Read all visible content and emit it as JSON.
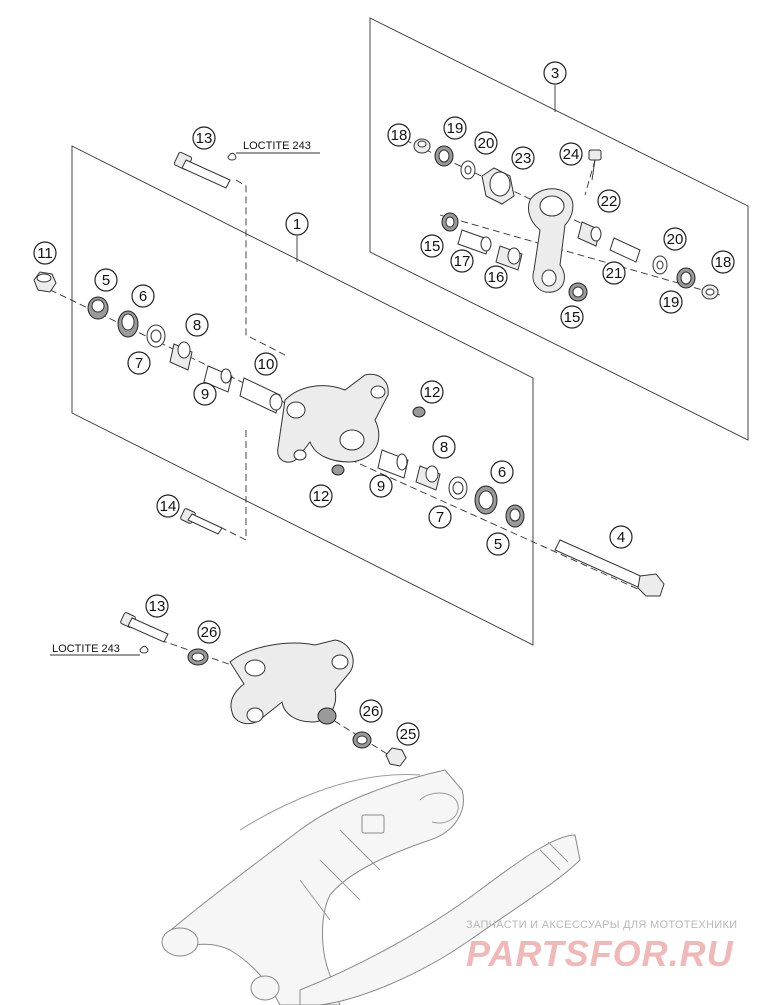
{
  "callouts": {
    "c1": "1",
    "c3": "3",
    "c4": "4",
    "c5a": "5",
    "c5b": "5",
    "c6a": "6",
    "c6b": "6",
    "c7a": "7",
    "c7b": "7",
    "c8a": "8",
    "c8b": "8",
    "c9a": "9",
    "c9b": "9",
    "c10": "10",
    "c11": "11",
    "c12a": "12",
    "c12b": "12",
    "c13a": "13",
    "c13b": "13",
    "c14": "14",
    "c15a": "15",
    "c15b": "15",
    "c16": "16",
    "c17": "17",
    "c18a": "18",
    "c18b": "18",
    "c19a": "19",
    "c19b": "19",
    "c20a": "20",
    "c20b": "20",
    "c21": "21",
    "c22": "22",
    "c23": "23",
    "c24": "24",
    "c25": "25",
    "c26a": "26",
    "c26b": "26"
  },
  "notes": {
    "loctite_top": "LOCTITE 243",
    "loctite_bottom": "LOCTITE 243"
  },
  "watermark": {
    "subtitle": "ЗАПЧАСТИ И АКСЕССУАРЫ ДЛЯ МОТОТЕХНИКИ",
    "brand": "PARTSFOR.RU"
  }
}
